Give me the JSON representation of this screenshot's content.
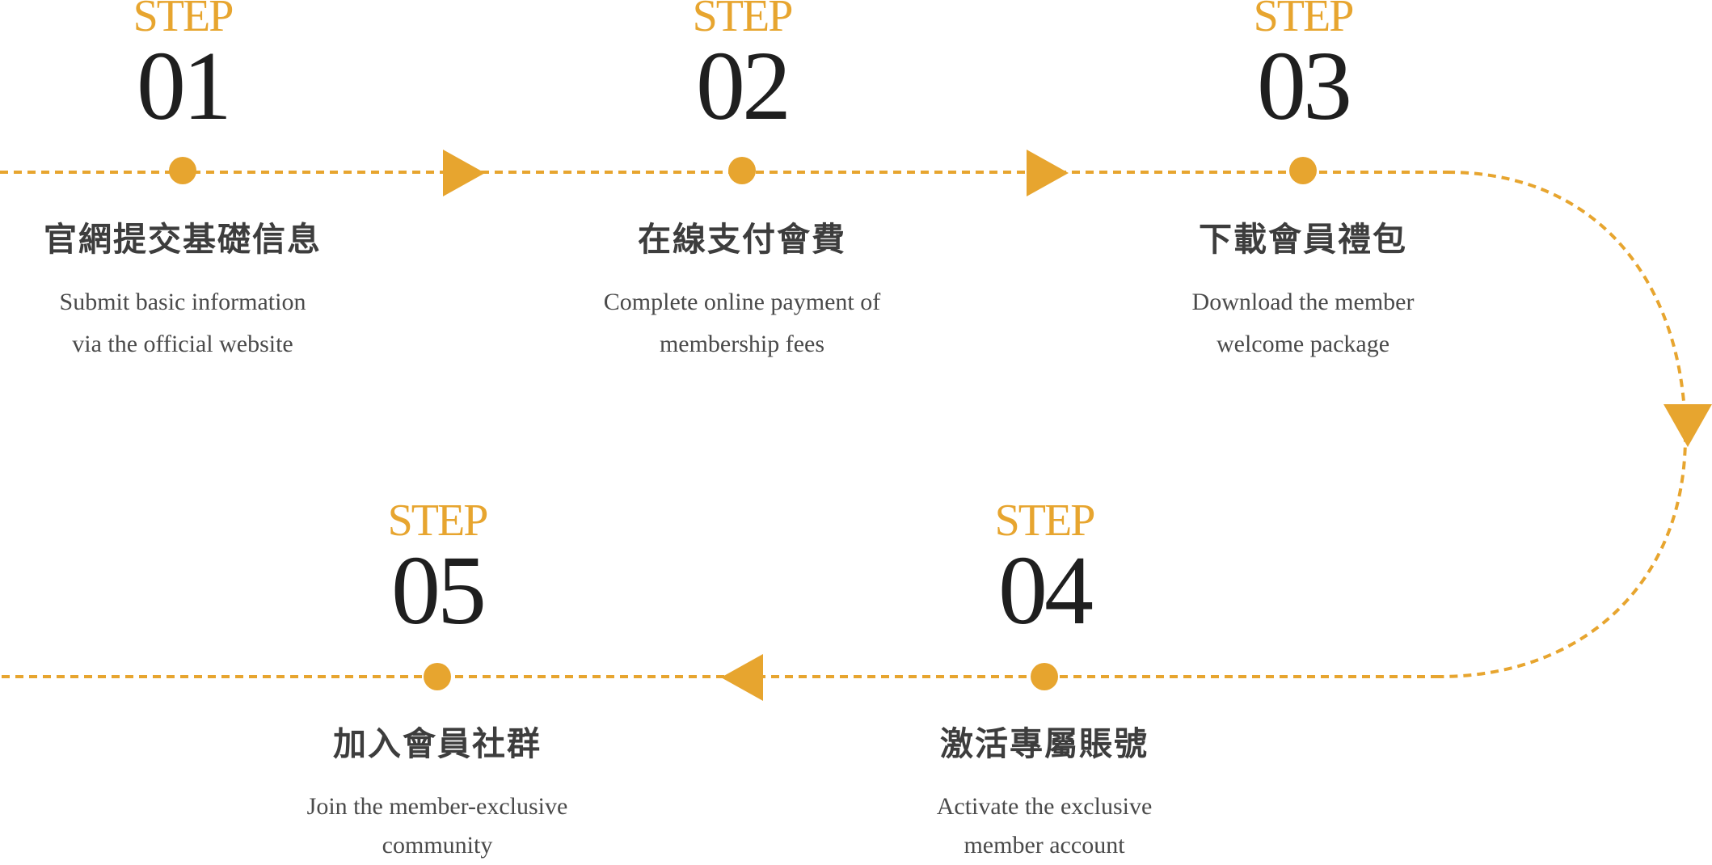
{
  "colors": {
    "accent": "#E7A52F",
    "number": "#1f1f1f",
    "title": "#3d3d3d",
    "text": "#4a4a4a"
  },
  "steps": [
    {
      "label": "STEP",
      "number": "01",
      "title": "官網提交基礎信息",
      "desc1": "Submit basic information",
      "desc2": "via the official website"
    },
    {
      "label": "STEP",
      "number": "02",
      "title": "在線支付會費",
      "desc1": "Complete online payment of",
      "desc2": "membership fees"
    },
    {
      "label": "STEP",
      "number": "03",
      "title": "下載會員禮包",
      "desc1": "Download the member",
      "desc2": "welcome package"
    },
    {
      "label": "STEP",
      "number": "04",
      "title": "激活專屬賬號",
      "desc1": "Activate the exclusive",
      "desc2": "member account"
    },
    {
      "label": "STEP",
      "number": "05",
      "title": "加入會員社群",
      "desc1": "Join the member-exclusive",
      "desc2": "community"
    }
  ]
}
